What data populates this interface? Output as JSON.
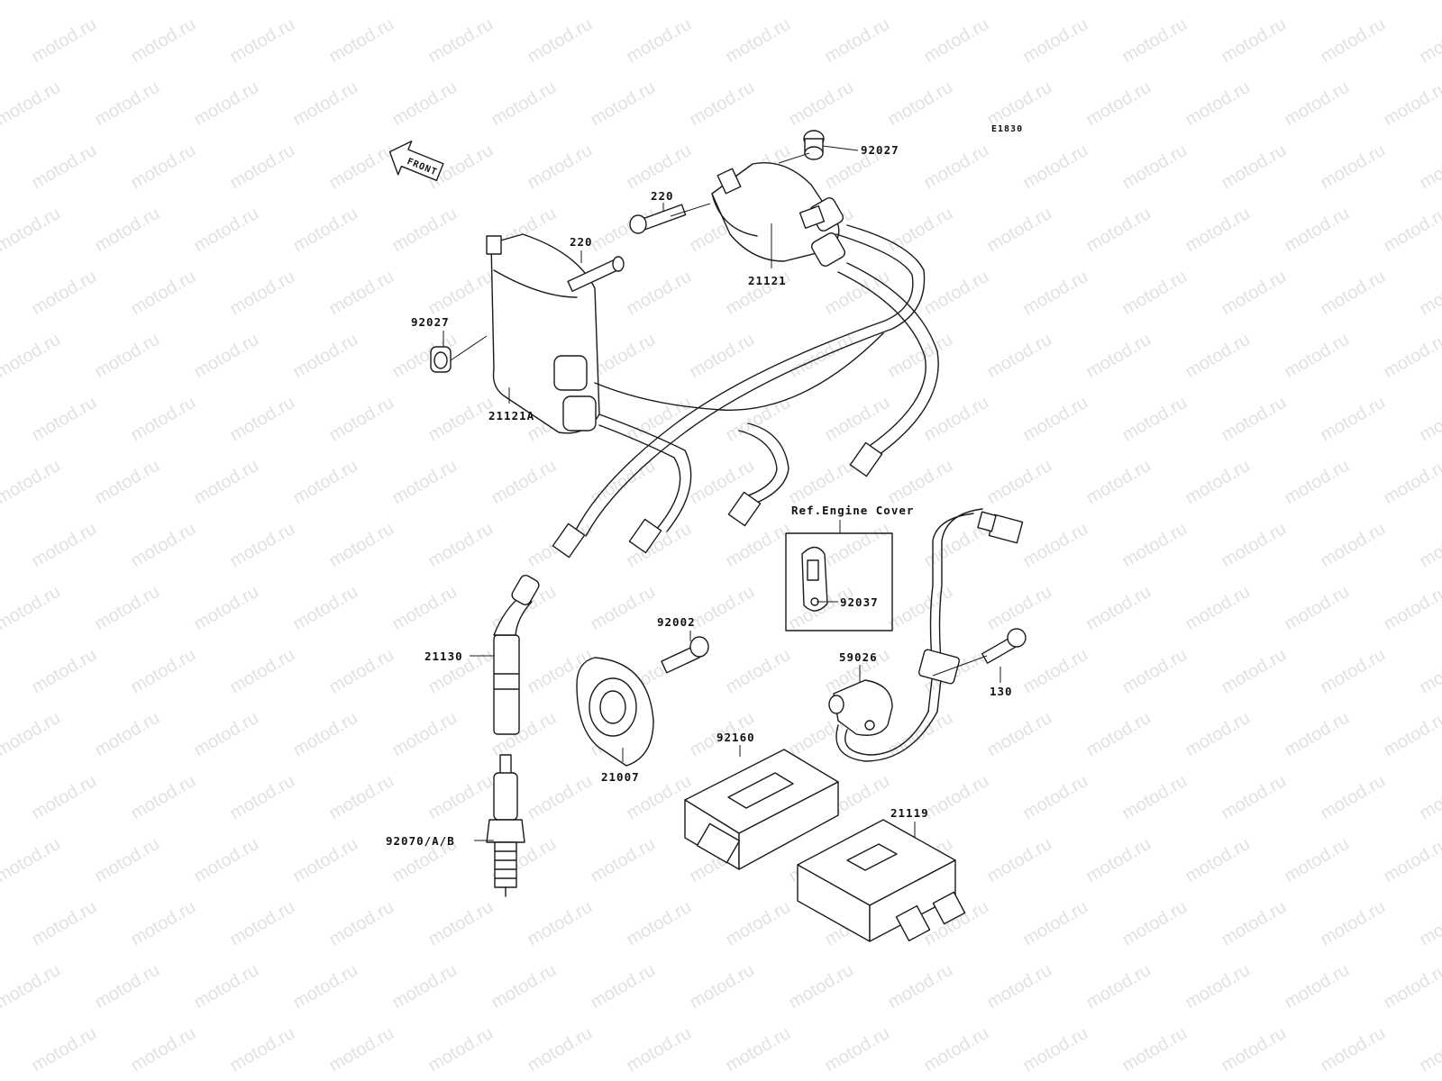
{
  "watermark": "motod.ru",
  "diagram_code": "E1830",
  "front_label": "FRONT",
  "ref_box_title": "Ref.Engine Cover",
  "parts": {
    "p92027_top": "92027",
    "p220_top": "220",
    "p21121": "21121",
    "p220_left": "220",
    "p92027_left": "92027",
    "p21121A": "21121A",
    "p92037": "92037",
    "p21130": "21130",
    "p92002": "92002",
    "p59026": "59026",
    "p130": "130",
    "p92160": "92160",
    "p21007": "21007",
    "p21119": "21119",
    "p92070": "92070/A/B"
  },
  "colors": {
    "line": "#1a1a1a",
    "background": "#ffffff",
    "watermark": "#c9c9c9"
  }
}
